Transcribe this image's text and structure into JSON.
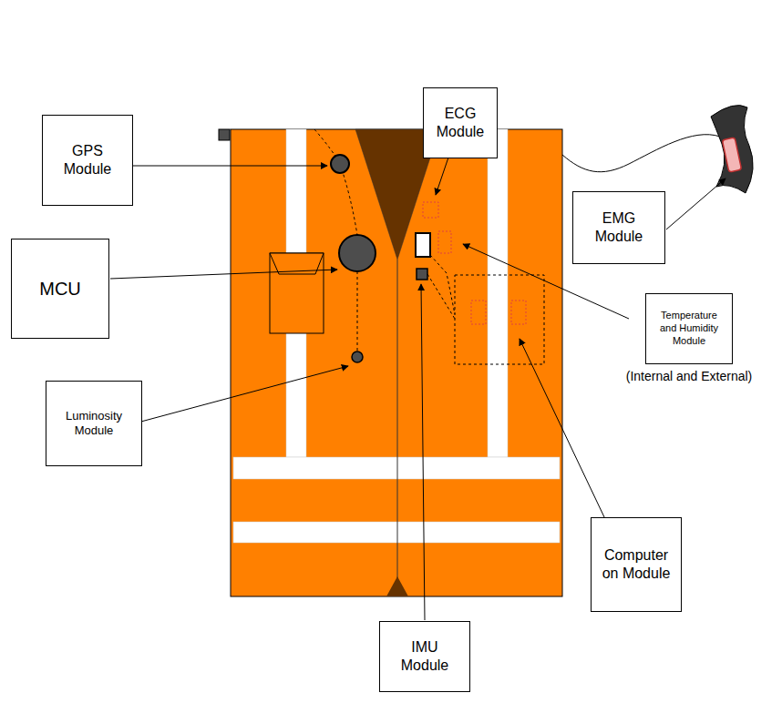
{
  "diagram": {
    "nodes": [
      {
        "text": [
          "ECG Module"
        ]
      },
      {
        "text": [
          "GPS Module"
        ]
      },
      {
        "text": [
          "MCU"
        ]
      },
      {
        "text": [
          "EMG Module"
        ]
      },
      {
        "text": [
          "Temperature and Humidity Module",
          "(Internal and External)"
        ]
      },
      {
        "text": [
          "Luminosity Module"
        ]
      },
      {
        "text": [
          "Computer on Module"
        ]
      },
      {
        "text": [
          "IMU Module"
        ]
      }
    ]
  }
}
